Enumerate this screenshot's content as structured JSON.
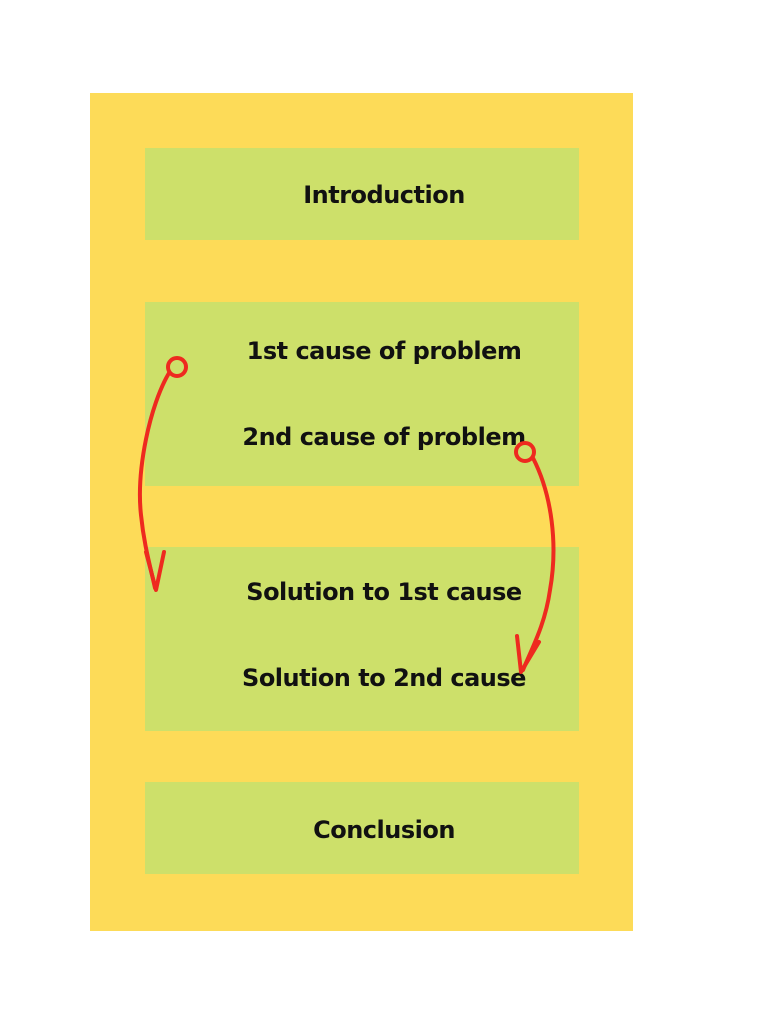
{
  "colors": {
    "background": "#ffffff",
    "panel": "#fddb58",
    "box": "#cde06a",
    "text": "#111111",
    "arrow": "#ee2a1f"
  },
  "boxes": {
    "introduction": "Introduction",
    "cause_1": "1st cause of problem",
    "cause_2": "2nd cause of problem",
    "solution_1": "Solution to 1st cause",
    "solution_2": "Solution to 2nd cause",
    "conclusion": "Conclusion"
  },
  "arrows": [
    {
      "from": "cause_1",
      "to": "solution_1"
    },
    {
      "from": "cause_2",
      "to": "solution_2"
    }
  ]
}
